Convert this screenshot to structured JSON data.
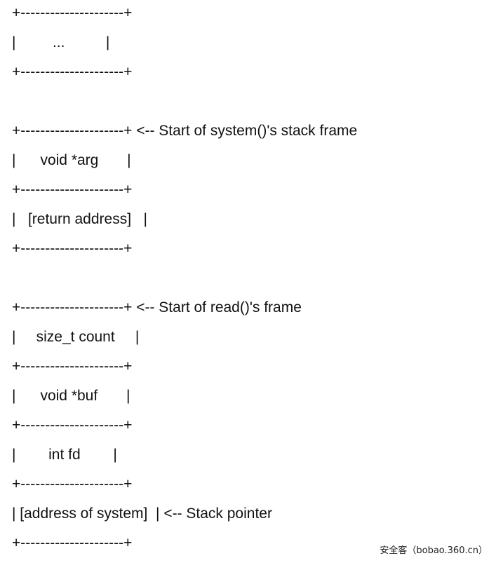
{
  "diagram": {
    "lines": [
      "+---------------------+",
      "|         ...          |",
      "+---------------------+",
      "",
      "+---------------------+ <-- Start of system()'s stack frame",
      "|      void *arg       |",
      "+---------------------+",
      "|   [return address]   |",
      "+---------------------+",
      "",
      "+---------------------+ <-- Start of read()'s frame",
      "|     size_t count     |",
      "+---------------------+",
      "|      void *buf       |",
      "+---------------------+",
      "|        int fd        |",
      "+---------------------+",
      "| [address of system]  | <-- Stack pointer",
      "+---------------------+"
    ]
  },
  "watermark": {
    "text": "安全客（bobao.360.cn）"
  }
}
